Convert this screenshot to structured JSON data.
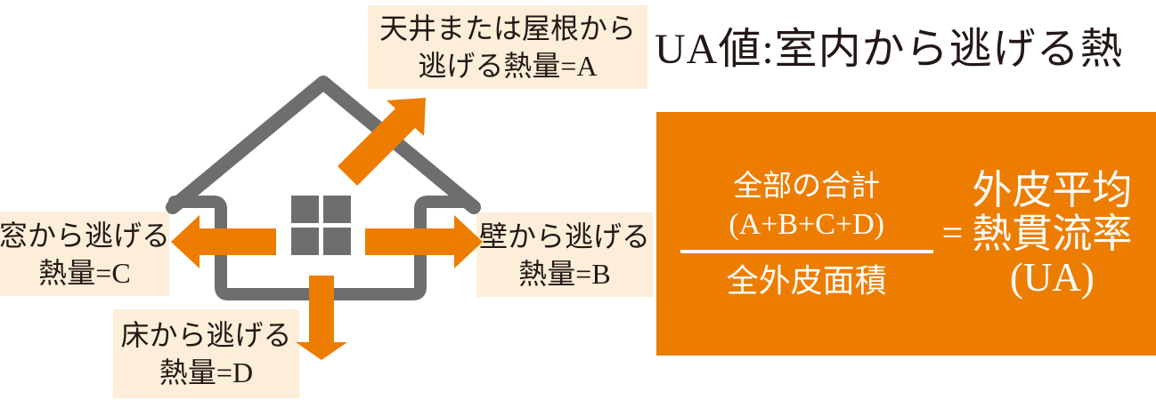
{
  "title": "UA値:室内から逃げる熱",
  "diagram": {
    "labels": {
      "roof": {
        "line1": "天井または屋根から",
        "line2": "逃げる熱量=A"
      },
      "wall": {
        "line1": "壁から逃げる",
        "line2": "熱量=B"
      },
      "window": {
        "line1": "窓から逃げる",
        "line2": "熱量=C"
      },
      "floor": {
        "line1": "床から逃げる",
        "line2": "熱量=D"
      }
    },
    "icons": [
      "house-outline-icon",
      "window-grid-icon",
      "heat-arrow-roof-icon",
      "heat-arrow-wall-icon",
      "heat-arrow-window-icon",
      "heat-arrow-floor-icon"
    ]
  },
  "formula": {
    "numerator_line1": "全部の合計",
    "numerator_line2": "(A+B+C+D)",
    "denominator": "全外皮面積",
    "equals": "=",
    "result_line1": "外皮平均",
    "result_line2": "熱貫流率",
    "result_line3": "(UA)"
  },
  "colors": {
    "accent_orange": "#ed7d00",
    "label_cream": "#fceed8",
    "house_gray": "#6e6e6e",
    "text_dark": "#231815",
    "formula_text": "#ffffff"
  }
}
